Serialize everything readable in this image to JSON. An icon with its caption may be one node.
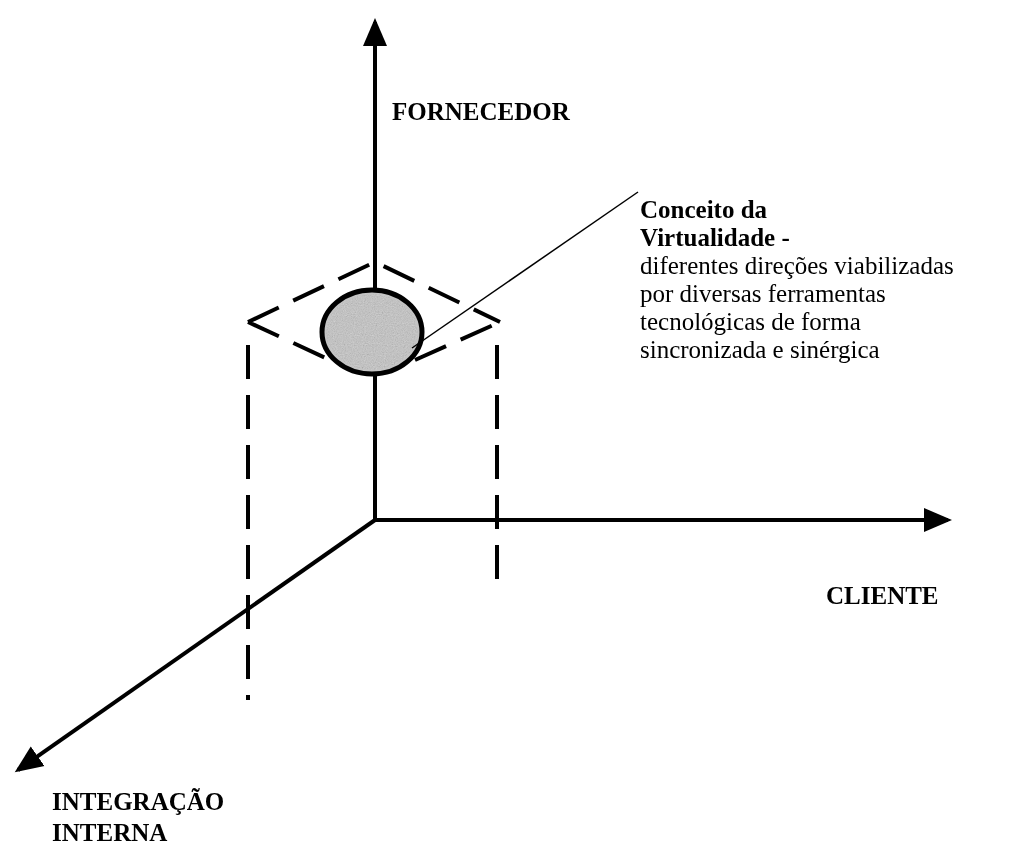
{
  "diagram": {
    "nodes": [
      {
        "text": [
          "Conceito da Virtualidade -",
          "diferentes direções viabilizadas por diversas ferramentas tecnológicas de forma sincronizada e sinérgica"
        ]
      },
      {
        "text": [],
        "shape": "circle"
      }
    ],
    "edges": [
      {
        "from": 0,
        "to": 1,
        "arrow": "none"
      }
    ],
    "labels": [
      "FORNECEDOR",
      "CLIENTE",
      "INTEGRAÇÃO INTERNA"
    ]
  }
}
